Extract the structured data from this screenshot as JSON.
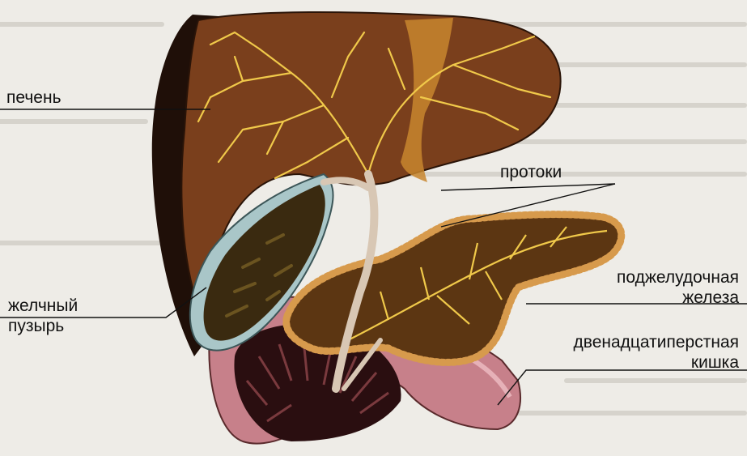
{
  "labels": {
    "liver": "печень",
    "ducts": "протоки",
    "pancreas": [
      "поджелудочная",
      "железа"
    ],
    "gallbladder": [
      "желчный",
      "пузырь"
    ],
    "duodenum": [
      "двенадцатиперстная",
      "кишка"
    ]
  },
  "colors": {
    "liver": "#7a3f1c",
    "liver_dark": "#1f0f08",
    "bile_ducts": "#f0c94a",
    "gallbladder": "#3a2a10",
    "gallbladder_rim": "#a9c6c8",
    "pancreas": "#5c3612",
    "pancreas_edge": "#d79a4c",
    "duodenum": "#c7808a",
    "duodenum_inner": "#2a0e10",
    "background": "#eeece7"
  }
}
